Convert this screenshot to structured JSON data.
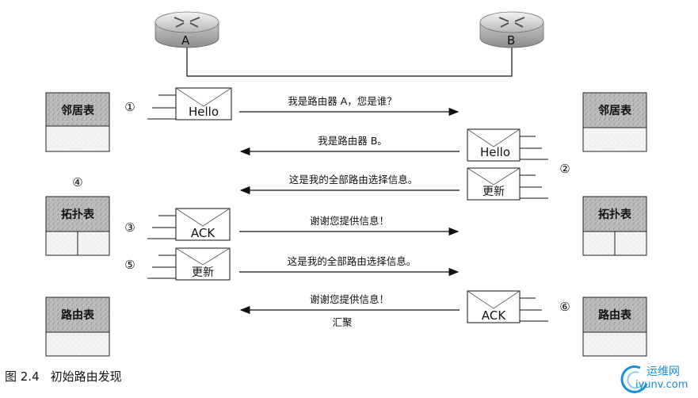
{
  "routers": {
    "a_label": "A",
    "b_label": "B"
  },
  "tables": {
    "neighbor": "邻居表",
    "topology": "拓扑表",
    "routing": "路由表"
  },
  "steps": {
    "s1": "①",
    "s2": "②",
    "s3": "③",
    "s4": "④",
    "s5": "⑤",
    "s6": "⑥"
  },
  "envelopes": {
    "hello": "Hello",
    "update": "更新",
    "ack": "ACK"
  },
  "messages": {
    "m1": "我是路由器 A，您是谁？",
    "m2": "我是路由器 B。",
    "m3": "这是我的全部路由选择信息。",
    "m4": "谢谢您提供信息！",
    "m5": "这是我的全部路由选择信息。",
    "m6": "谢谢您提供信息！",
    "converge": "汇聚"
  },
  "caption": {
    "number": "图 2.4",
    "title": "初始路由发现"
  },
  "watermark": {
    "cn": "运维网",
    "url": "iyunv.com"
  },
  "colors": {
    "table_fill": "#b9b9b9",
    "watermark": "#1a8fd6"
  }
}
